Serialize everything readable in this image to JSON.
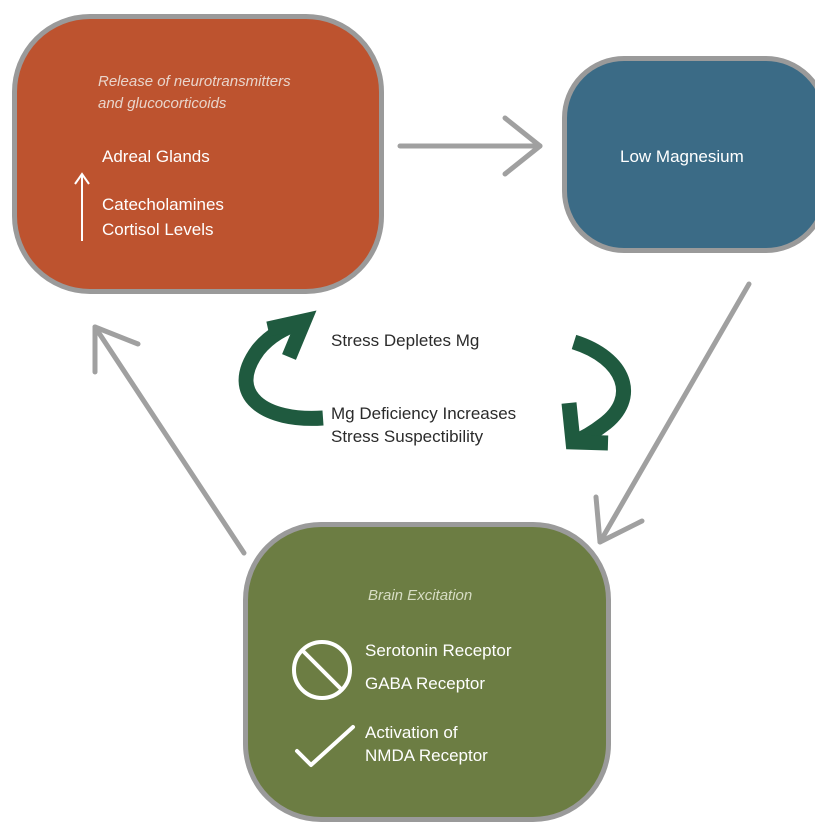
{
  "adrenal_node": {
    "subtitle_line1": "Release of neurotransmitters",
    "subtitle_line2": "and glucocorticoids",
    "title": "Adreal Glands",
    "detail_line1": "Catecholamines",
    "detail_line2": "Cortisol Levels",
    "color": "#bd532f",
    "icon": "up-arrow-icon"
  },
  "magnesium_node": {
    "title": "Low Magnesium",
    "color": "#3b6b86"
  },
  "brain_node": {
    "subtitle": "Brain Excitation",
    "inhibited_line1": "Serotonin Receptor",
    "inhibited_line2": "GABA Receptor",
    "activated_line1": "Activation of",
    "activated_line2": "NMDA Receptor",
    "color": "#6c7d43",
    "inhibited_icon": "prohibited-icon",
    "activated_icon": "checkmark-icon"
  },
  "cycle": {
    "top_text": "Stress Depletes Mg",
    "bottom_line1": "Mg Deficiency Increases",
    "bottom_line2": "Stress Suspectibility",
    "arrow_color": "#1f5a3f",
    "connector_color": "#a0a0a0"
  }
}
